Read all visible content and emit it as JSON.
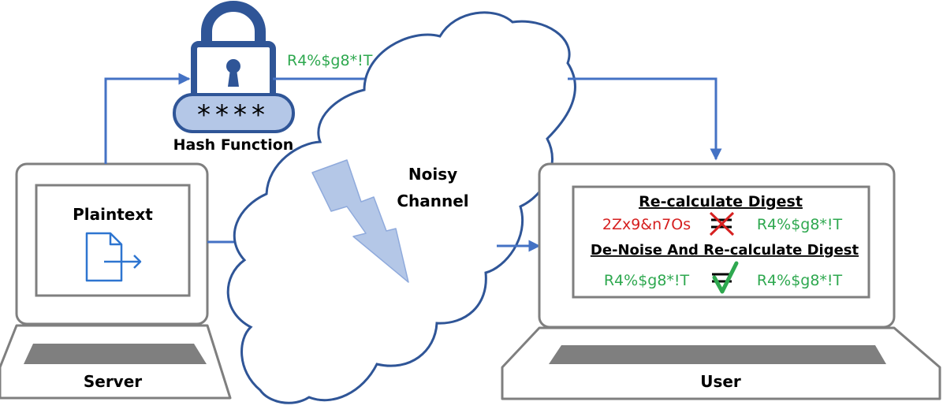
{
  "server": {
    "screen_title": "Plaintext",
    "label": "Server"
  },
  "hash": {
    "mask": "****",
    "label": "Hash Function",
    "digest": "R4%$g8*!T"
  },
  "channel": {
    "label_line1": "Noisy",
    "label_line2": "Channel"
  },
  "user": {
    "label": "User",
    "heading1": "Re-calculate Digest",
    "row1": {
      "left": "2Zx9&n7Os",
      "right": "R4%$g8*!T",
      "symbol": "not-equal"
    },
    "heading2": "De-Noise And Re-calculate Digest",
    "row2": {
      "left": "R4%$g8*!T",
      "right": "R4%$g8*!T",
      "symbol": "equal"
    }
  },
  "colors": {
    "blue": "#4472c4",
    "dark_blue": "#2f5597",
    "light_blue": "#b4c7e7",
    "gray": "#7f7f7f",
    "green": "#2ea84f",
    "red": "#d62020"
  }
}
